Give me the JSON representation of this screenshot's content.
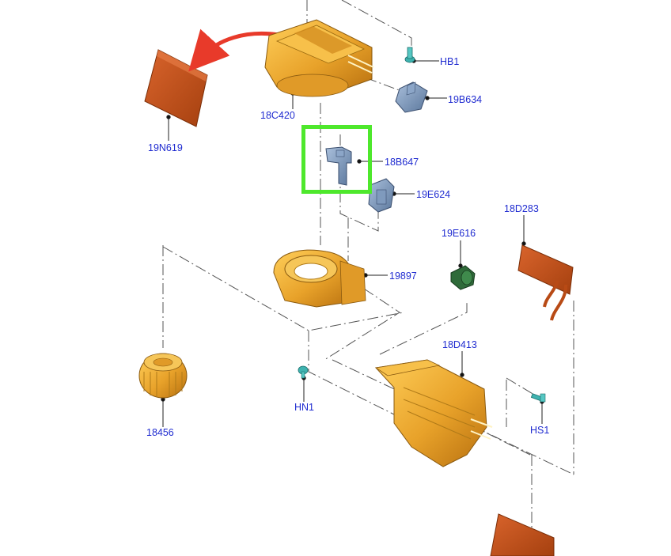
{
  "parts": {
    "hb1": "HB1",
    "p18c420": "18C420",
    "p19b634": "19B634",
    "p19n619": "19N619",
    "p18b647": "18B647",
    "p19e624": "19E624",
    "p18d283": "18D283",
    "p19e616": "19E616",
    "p19897": "19897",
    "p18d413": "18D413",
    "hn1": "HN1",
    "hs1": "HS1",
    "p18456": "18456"
  },
  "highlighted_part": "18B647",
  "colors": {
    "label": "#1f2bd0",
    "highlight": "#4ee82c",
    "housing": "#e8a22a",
    "filter": "#c2501f",
    "actuator": "#6f8fb8",
    "fastener": "#3fb3b0",
    "resistor": "#2f6b3a",
    "arrow": "#e83a2a"
  },
  "icons": [
    "curved-arrow-icon"
  ]
}
